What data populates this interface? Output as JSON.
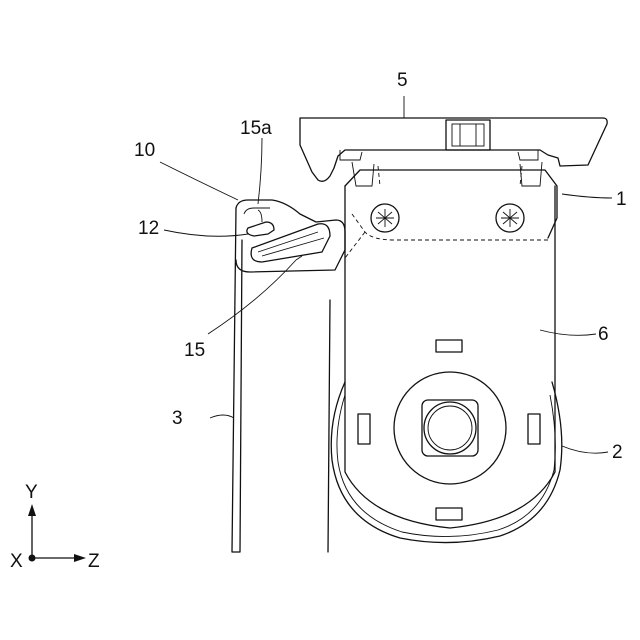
{
  "labels": {
    "part_1": "1",
    "part_2": "2",
    "part_3": "3",
    "part_5": "5",
    "part_6": "6",
    "part_10": "10",
    "part_12": "12",
    "part_15": "15",
    "part_15a": "15a"
  },
  "axes": {
    "y": "Y",
    "x": "X",
    "z": "Z"
  }
}
